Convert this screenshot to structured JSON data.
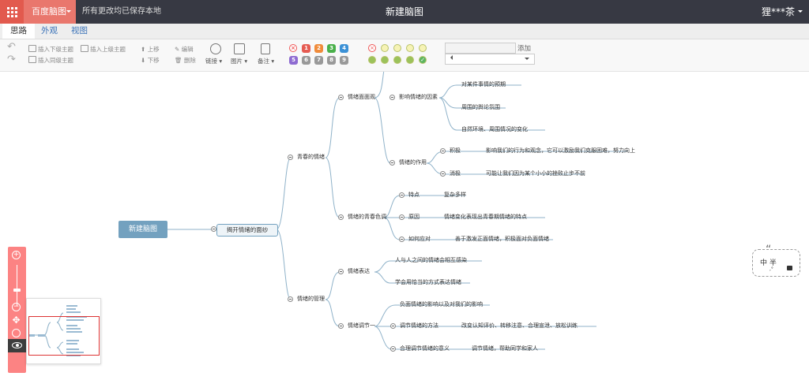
{
  "topbar": {
    "brand": "百度脑图",
    "save_status": "所有更改均已保存本地",
    "doc_title": "新建脑图",
    "user": "狸***茶"
  },
  "tabs": [
    {
      "label": "思路",
      "active": true
    },
    {
      "label": "外观",
      "active": false
    },
    {
      "label": "视图",
      "active": false
    }
  ],
  "toolbar": {
    "insert_child": "插入下级主题",
    "insert_parent": "插入上级主题",
    "insert_sibling": "插入同级主题",
    "move_up": "上移",
    "move_down": "下移",
    "edit": "编辑",
    "delete": "删除",
    "link": "链接",
    "image": "图片",
    "note": "备注",
    "priorities": [
      "1",
      "2",
      "3",
      "4",
      "5",
      "6",
      "7",
      "8",
      "9"
    ],
    "priority_colors": [
      "#e55b52",
      "#f08b3a",
      "#49b04a",
      "#3b91d6",
      "#8e6bd1",
      "#999999",
      "#999999",
      "#999999",
      "#999999"
    ],
    "template_add": "添加"
  },
  "mindmap": {
    "root": "新建脑图",
    "main": "揭开情绪的面纱",
    "branches": {
      "b1": "青春的情绪",
      "b1a": "情绪面面观",
      "b1a1": "影响情绪的因素",
      "b1a1a": "对某件事情的预期",
      "b1a1b": "周围的舆论氛围",
      "b1a1c": "自然环境、周围情况的变化",
      "b1a2": "情绪的作用",
      "b1a2a": "积极",
      "b1a2a_d": "影响我们的行为和观念，它可以激励我们克服困难，努力向上",
      "b1a2b": "消极",
      "b1a2b_d": "可能让我们因为某个小小的挫败止步不前",
      "b1b": "情绪的青春色调",
      "b1b1": "特点",
      "b1b1_d": "复杂多样",
      "b1b2": "原因",
      "b1b2_d": "情绪变化表现出青春期情绪的特点",
      "b1b3": "如何应对",
      "b1b3_d": "善于激发正面情绪，积极面对负面情绪",
      "b2": "情绪的管理",
      "b2a": "情绪表达",
      "b2a1": "人与人之间的情绪会相互感染",
      "b2a2": "学会用恰当的方式表达情绪",
      "b2b": "情绪调节一",
      "b2b1": "负面情绪的影响以及对我们的影响",
      "b2b2": "调节情绪的方法",
      "b2b2_d": "改变认知评价、转移注意、合理宣泄、放松训练",
      "b2b3": "合理调节情绪的意义",
      "b2b3_d": "调节情绪，帮助同学和家人"
    }
  },
  "hint": {
    "text": "中 半",
    "sub": ",°"
  },
  "colors": {
    "accent": "#e25a4e",
    "node": "#73a1bf",
    "line": "#8fb2c9"
  }
}
